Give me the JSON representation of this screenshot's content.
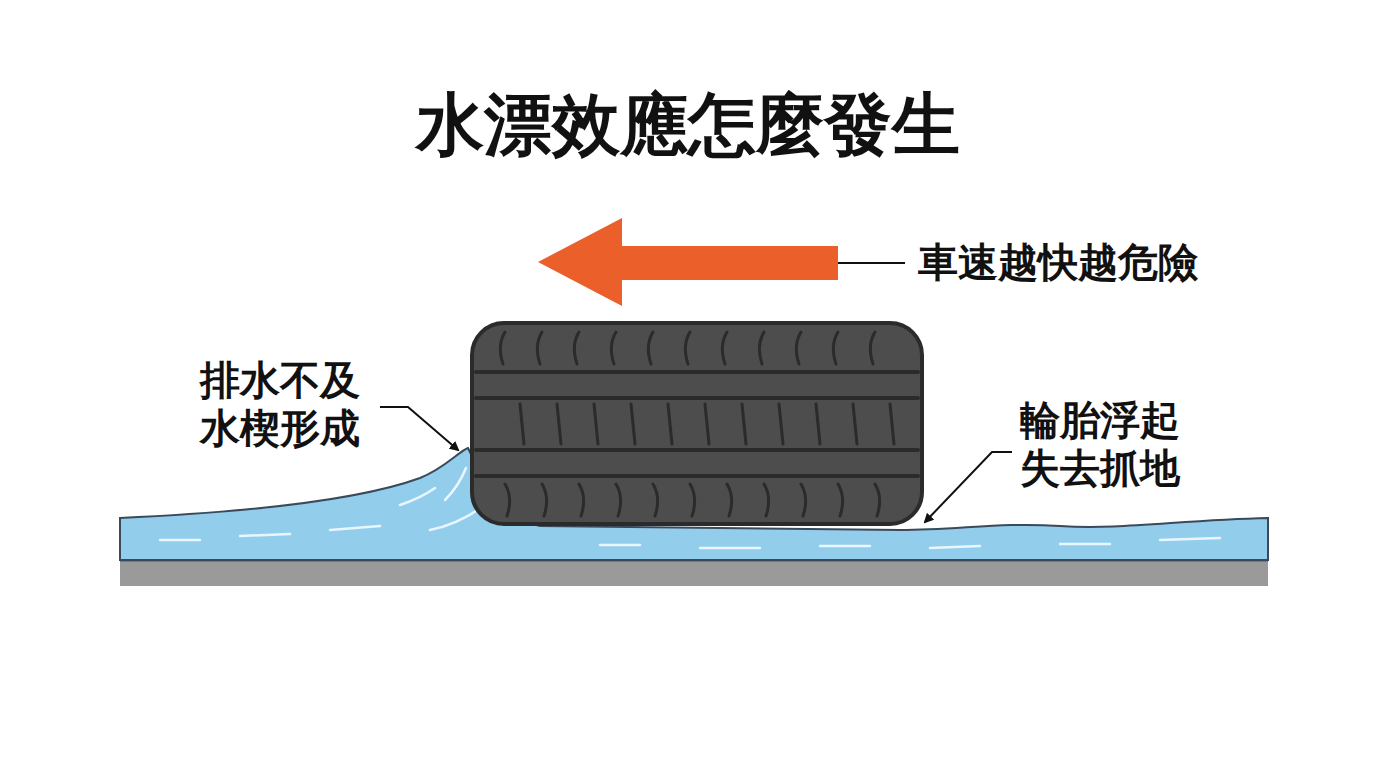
{
  "diagram": {
    "title": "水漂效應怎麼發生",
    "labels": [
      "車速越快越危險",
      "排水不及 水楔形成",
      "輪胎浮起 失去抓地"
    ]
  }
}
